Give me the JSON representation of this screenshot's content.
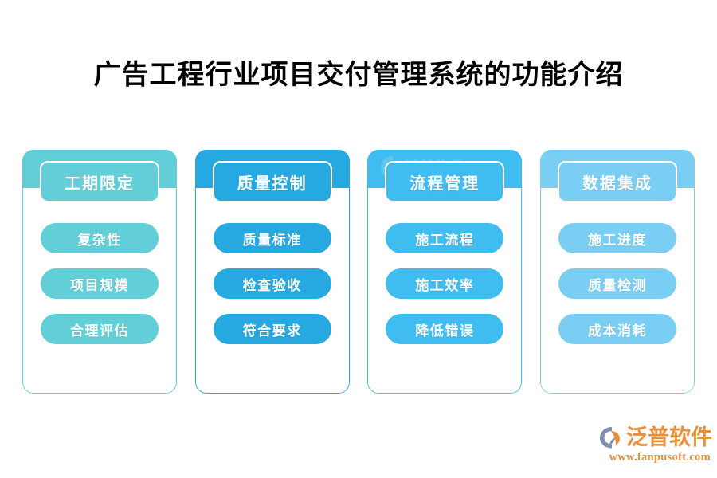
{
  "page": {
    "title": "广告工程行业项目交付管理系统的功能介绍",
    "background_color": "#FFFFFF"
  },
  "cards": [
    {
      "header": "工期限定",
      "color": "#62CFD8",
      "band_color": "#62CFD8",
      "items": [
        "复杂性",
        "项目规模",
        "合理评估"
      ],
      "watermark": false
    },
    {
      "header": "质量控制",
      "color": "#25A9E0",
      "band_color": "#25A9E0",
      "items": [
        "质量标准",
        "检查验收",
        "符合要求"
      ],
      "watermark": false
    },
    {
      "header": "流程管理",
      "color": "#3FBDF1",
      "band_color": "#3FBDF1",
      "items": [
        "施工流程",
        "施工效率",
        "降低错误"
      ],
      "watermark": true
    },
    {
      "header": "数据集成",
      "color": "#7BCEF3",
      "band_color": "#7BCEF3",
      "items": [
        "施工进度",
        "质量检测",
        "成本消耗"
      ],
      "watermark": false
    }
  ],
  "brand": {
    "name": "泛普软件",
    "url": "www.fanpusoft.com",
    "color": "#E8913A",
    "mark_arc_color": "#7D90B0",
    "mark_fill_color": "#E8913A"
  }
}
